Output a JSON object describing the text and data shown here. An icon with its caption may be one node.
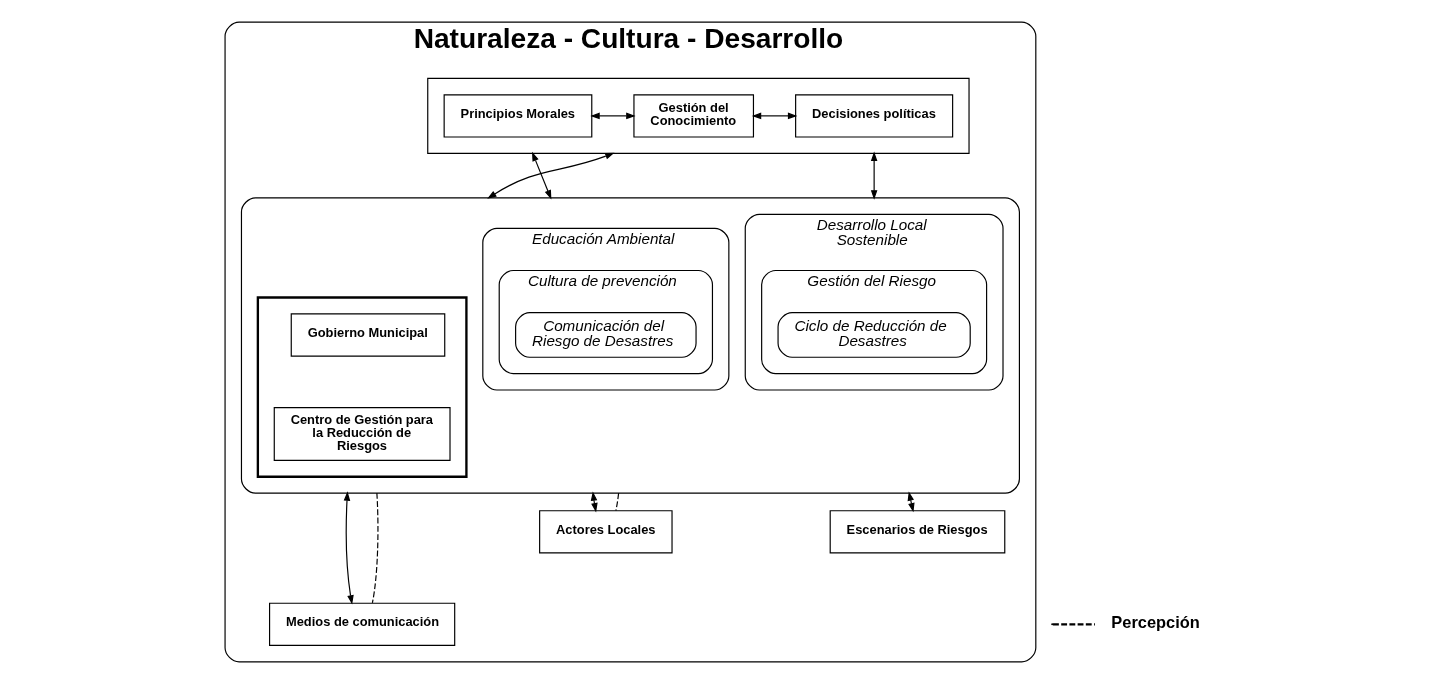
{
  "diagram": {
    "nodes": [
      {
        "text": [
          "Naturaleza - Cultura - Desarrollo"
        ]
      },
      {
        "text": [],
        "shape": "box",
        "in": 0
      },
      {
        "text": [
          "Principios Morales"
        ],
        "in": 1
      },
      {
        "text": [
          "Gestión del Conocimiento"
        ],
        "in": 1
      },
      {
        "text": [
          "Decisiones políticas"
        ],
        "in": 1
      },
      {
        "text": [],
        "shape": "box",
        "in": 0
      },
      {
        "text": [
          "Educación Ambiental"
        ],
        "in": 5
      },
      {
        "text": [
          "Cultura de prevención"
        ],
        "in": 6
      },
      {
        "text": [
          "Comunicación del Riesgo de Desastres"
        ],
        "in": 7
      },
      {
        "text": [],
        "shape": "arrow",
        "in": 5
      },
      {
        "text": [
          "Gobierno Municipal"
        ],
        "in": 9
      },
      {
        "text": [
          "Centro de Gestión para la Reducción de Riesgos"
        ],
        "in": 9
      },
      {
        "text": [
          "Desarrollo Local Sostenible"
        ],
        "in": 5
      },
      {
        "text": [
          "Gestión del Riesgo"
        ],
        "in": 12
      },
      {
        "text": [
          "Ciclo de Reducción de Desastres"
        ],
        "in": 13
      },
      {
        "text": [
          "Actores Locales"
        ],
        "in": 0
      },
      {
        "text": [
          "Medios de comunicación"
        ],
        "in": 0
      },
      {
        "text": [
          "Escenarios de Riesgos"
        ],
        "in": 0
      }
    ],
    "edges": [
      {
        "from": 2,
        "to": 3,
        "arrow": "both"
      },
      {
        "from": 3,
        "to": 4,
        "arrow": "both"
      },
      {
        "from": 1,
        "to": 5,
        "arrow": "both"
      },
      {
        "from": 1,
        "to": 5,
        "arrow": "both"
      },
      {
        "from": 1,
        "to": 5,
        "arrow": "both"
      },
      {
        "from": 5,
        "to": 15,
        "arrow": "both"
      },
      {
        "from": 5,
        "to": 15,
        "arrow": "none",
        "style": "dashed"
      },
      {
        "from": 5,
        "to": 16,
        "arrow": "both"
      },
      {
        "from": 5,
        "to": 16,
        "arrow": "none",
        "style": "dashed"
      },
      {
        "from": 5,
        "to": 17,
        "arrow": "both"
      }
    ],
    "legend": [
      {
        "text": "Percepción"
      }
    ]
  }
}
